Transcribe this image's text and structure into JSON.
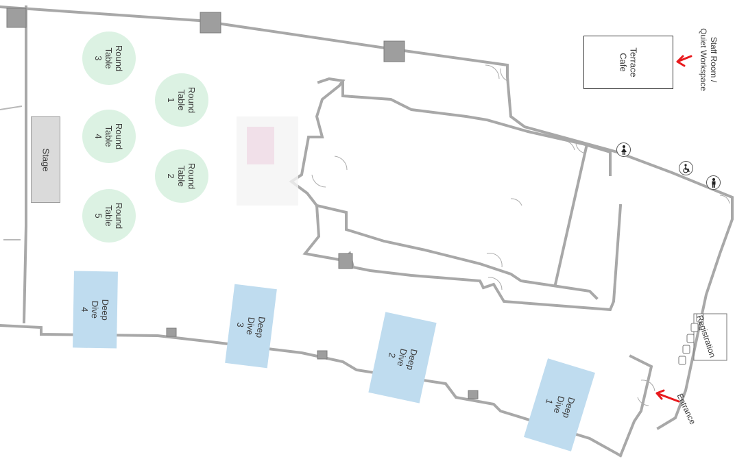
{
  "rooms": {
    "round_tables": [
      {
        "label": "Round\nTable\n3"
      },
      {
        "label": "Round\nTable\n1"
      },
      {
        "label": "Round\nTable\n4"
      },
      {
        "label": "Round\nTable\n2"
      },
      {
        "label": "Round\nTable\n5"
      }
    ],
    "deep_dives": [
      {
        "label": "Deep\nDive\n4"
      },
      {
        "label": "Deep\nDive\n3"
      },
      {
        "label": "Deep\nDive\n2"
      },
      {
        "label": "Deep\nDive\n1"
      }
    ],
    "stage": "Stage",
    "cafe": "Terrace\nCafe"
  },
  "labels": {
    "staff_room": "Staff Room /\nQuiet Workspace",
    "entrance": "Entrance",
    "registration": "Registration"
  },
  "icons": [
    "womens-restroom-icon",
    "accessible-restroom-icon",
    "mens-restroom-icon",
    "red-arrow-icon"
  ],
  "colors": {
    "round_table": "#dcf2e3",
    "deep_dive": "#bfdcef",
    "stage": "#dadada",
    "arrow": "#e8191c",
    "wall": "#a8a8a8"
  }
}
